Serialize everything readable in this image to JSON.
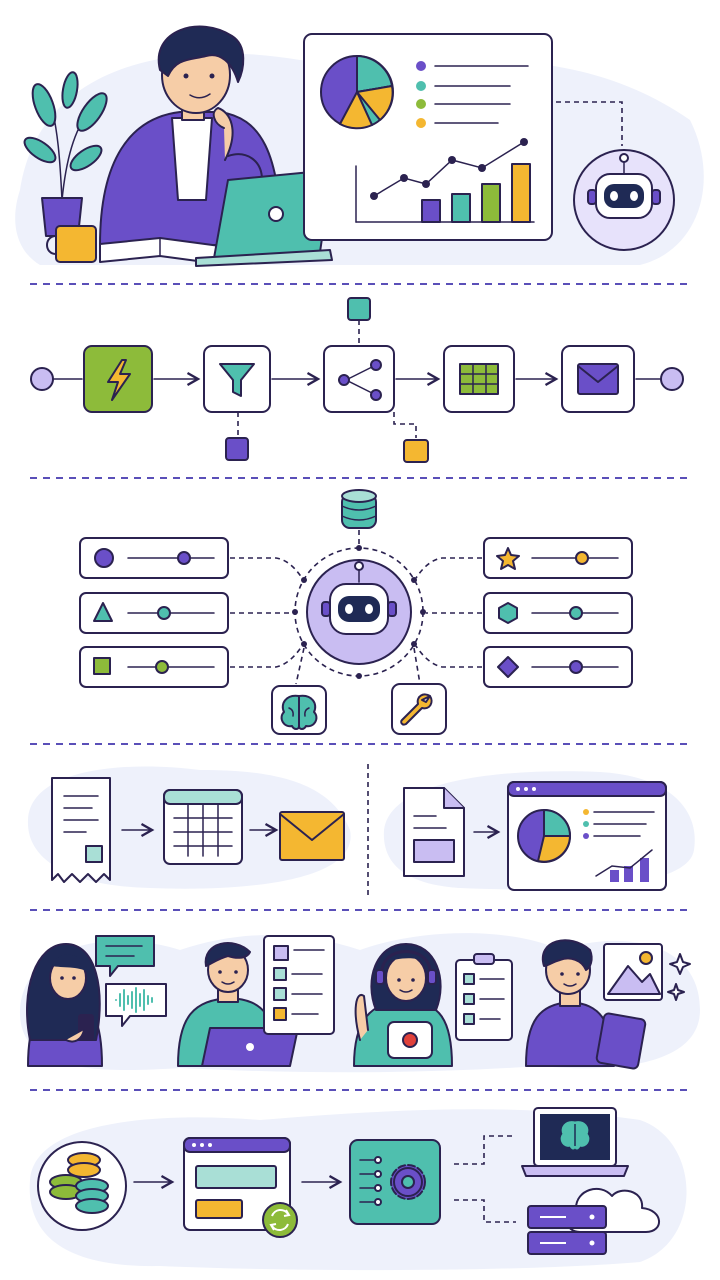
{
  "palette": {
    "outline": "#2b2250",
    "purple": "#6a4fc8",
    "purple_light": "#c9bdf2",
    "purple_pale": "#e7e2fb",
    "teal": "#4fbfae",
    "teal_light": "#a9dfd6",
    "green": "#8dbb3a",
    "yellow": "#f4b731",
    "skin": "#f6cda7",
    "hair": "#1f2a55",
    "bg_blob": "#eef1fb",
    "divider": "#5a4fb8"
  },
  "sections": [
    {
      "id": "hero",
      "content": "person-at-laptop-with-dashboard-and-robot"
    },
    {
      "id": "workflow",
      "nodes": [
        "lightning-icon",
        "filter-icon",
        "share-icon",
        "table-icon",
        "mail-icon"
      ]
    },
    {
      "id": "ai-hub",
      "left": [
        "circle-icon",
        "triangle-icon",
        "square-icon"
      ],
      "right": [
        "star-icon",
        "hexagon-icon",
        "diamond-icon"
      ],
      "bottom": [
        "brain-icon",
        "wrench-icon"
      ],
      "top": "database-icon"
    },
    {
      "id": "docs",
      "flows": [
        [
          "receipt-icon",
          "spreadsheet-icon",
          "envelope-icon"
        ],
        [
          "document-icon",
          "dashboard-window-icon"
        ]
      ]
    },
    {
      "id": "people",
      "people": [
        "phone-user",
        "laptop-user",
        "headset-agent",
        "tablet-designer"
      ]
    },
    {
      "id": "data-pipeline",
      "nodes": [
        "coins-icon",
        "app-window-icon",
        "gear-module-icon",
        "ai-laptop-icon",
        "cloud-server-icon"
      ]
    }
  ]
}
